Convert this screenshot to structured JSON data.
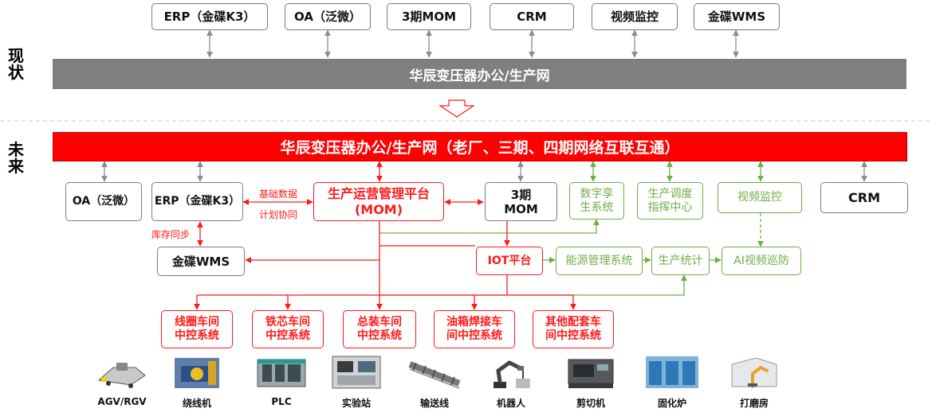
{
  "current": {
    "side_label": "现\n状",
    "systems": [
      "ERP（金碟K3）",
      "OA（泛微）",
      "3期MOM",
      "CRM",
      "视频监控",
      "金碟WMS"
    ],
    "network": "华辰变压器办公/生产网"
  },
  "future": {
    "side_label": "未\n来",
    "network": "华辰变压器办公/生产网（老厂、三期、四期网络互联互通）",
    "oa": "OA（泛微）",
    "erp": "ERP（金碟K3）",
    "mom": "生产运营管理平台\n(MOM)",
    "mom3": "3期\nMOM",
    "digital_twin": "数字孪\n生系统",
    "dispatch": "生产调度\n指挥中心",
    "video": "视频监控",
    "crm": "CRM",
    "wms": "金碟WMS",
    "iot": "IOT平台",
    "energy": "能源管理系统",
    "stats": "生产统计",
    "ai_patrol": "AI视频巡防",
    "note_basic_data": "基础数据",
    "note_plan": "计划协同",
    "note_inventory": "库存同步",
    "workshops": [
      "线圈车间\n中控系统",
      "铁芯车间\n中控系统",
      "总装车间\n中控系统",
      "油箱焊接车\n间中控系统",
      "其他配套车\n间中控系统"
    ],
    "equipment": [
      "AGV/RGV",
      "绕线机",
      "PLC",
      "实验站",
      "输送线",
      "机器人",
      "剪切机",
      "固化炉",
      "打磨房"
    ]
  },
  "colors": {
    "accent_red": "#ff1a1a",
    "green": "#70ad47",
    "gray_bar": "#7f7f7f",
    "gray_line": "#8c8c8c"
  }
}
